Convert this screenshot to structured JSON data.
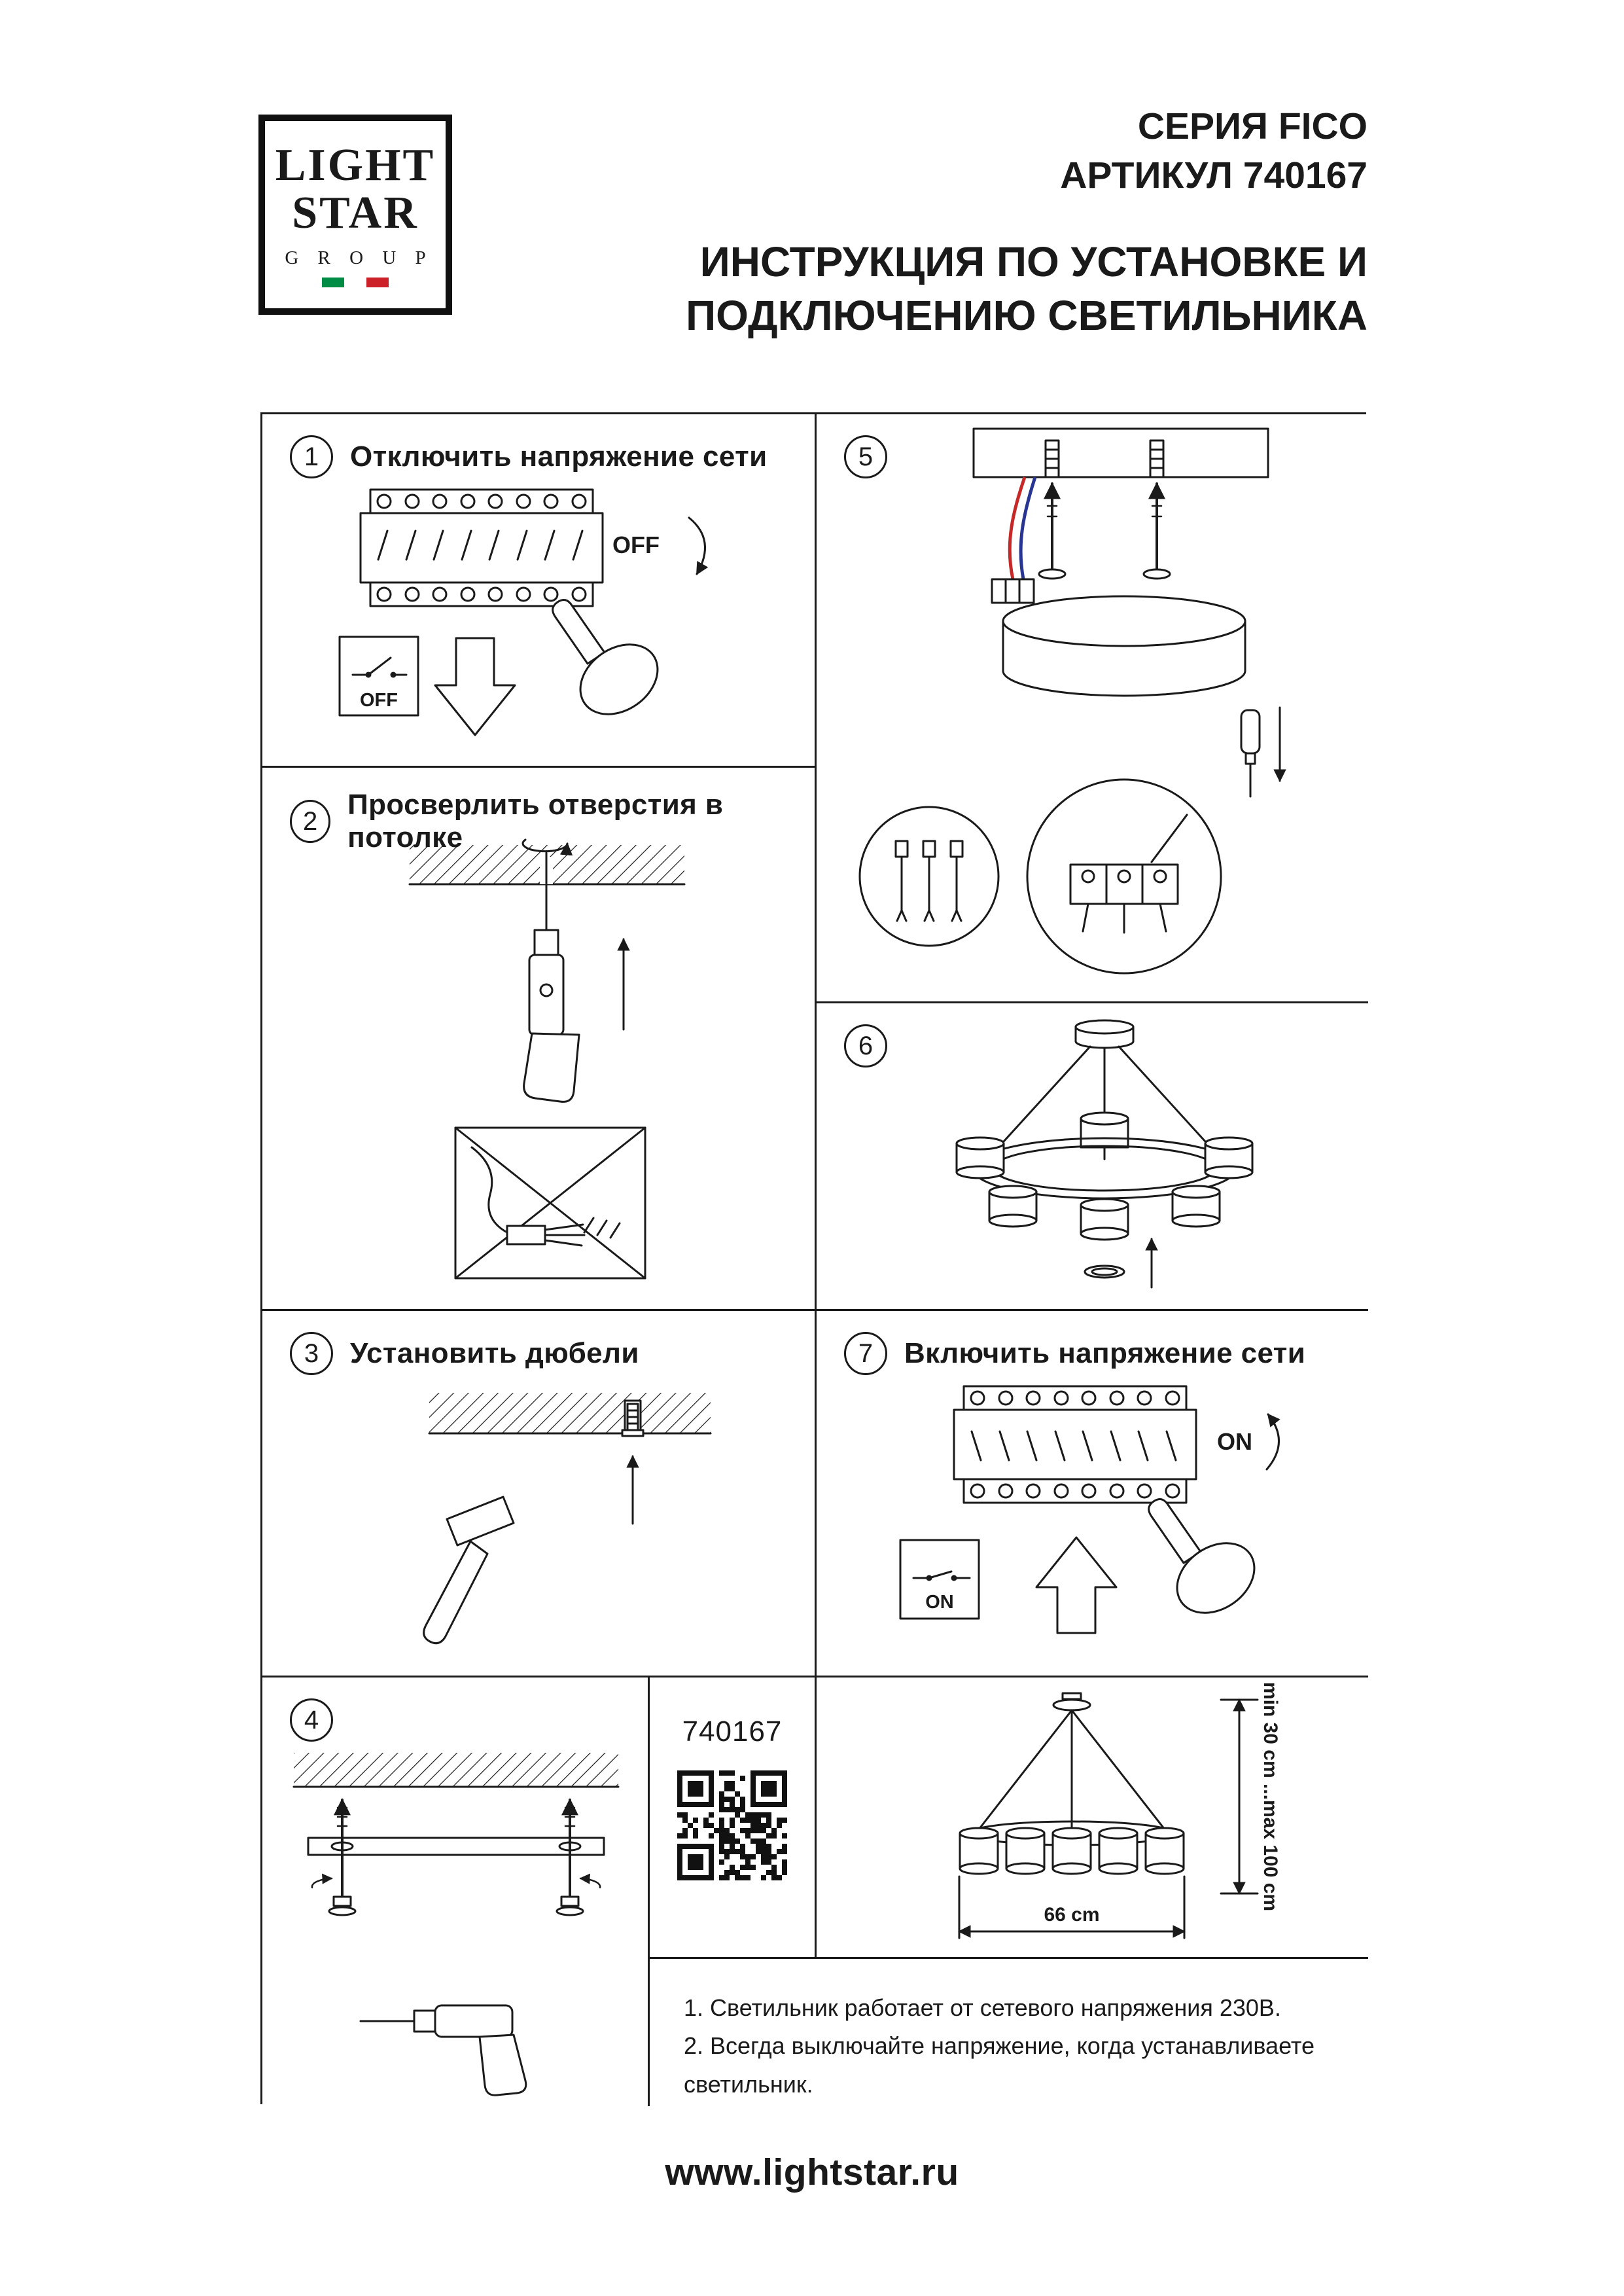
{
  "logo": {
    "word1": "LIGHT",
    "word2": "STAR",
    "word3": "G R O U P"
  },
  "header": {
    "series": "СЕРИЯ FICO",
    "article": "АРТИКУЛ 740167",
    "title_line1": "ИНСТРУКЦИЯ ПО УСТАНОВКЕ И",
    "title_line2": "ПОДКЛЮЧЕНИЮ СВЕТИЛЬНИКА"
  },
  "steps": [
    {
      "number": "1",
      "label": "Отключить напряжение сети"
    },
    {
      "number": "2",
      "label": "Просверлить отверстия в потолке"
    },
    {
      "number": "3",
      "label": "Установить дюбели"
    },
    {
      "number": "4",
      "label": ""
    },
    {
      "number": "5",
      "label": ""
    },
    {
      "number": "6",
      "label": ""
    },
    {
      "number": "7",
      "label": "Включить напряжение сети"
    }
  ],
  "labels": {
    "breaker_off": "OFF",
    "switch_off": "OFF",
    "breaker_on": "ON",
    "switch_on": "ON"
  },
  "product": {
    "article_number": "740167"
  },
  "dimensions": {
    "height_range": "min 30 cm ...max 100 cm",
    "width": "66 cm"
  },
  "notes": {
    "line1": "1. Светильник работает от сетевого напряжения 230В.",
    "line2": "2. Всегда выключайте напряжение, когда устанавливаете светильник."
  },
  "footer": {
    "website": "www.lightstar.ru"
  },
  "colors": {
    "ink": "#1a1a1a",
    "flag_green": "#008C45",
    "flag_red": "#CD212A",
    "wire_red": "#c62828",
    "wire_blue": "#283593"
  }
}
